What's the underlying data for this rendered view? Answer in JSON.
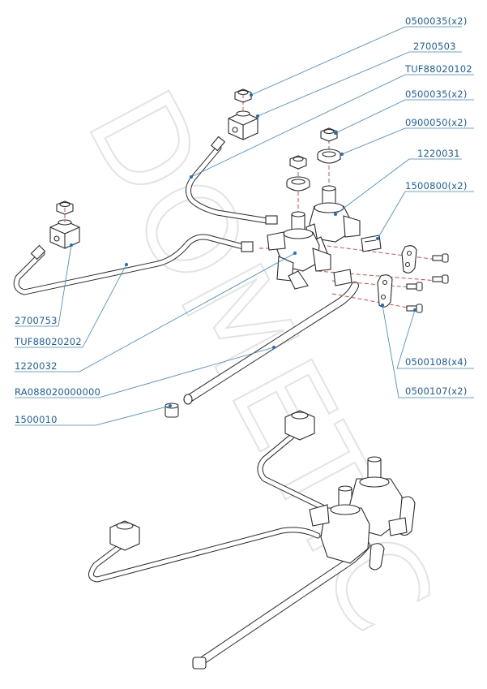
{
  "watermark": "DOMETIC",
  "colors": {
    "label": "#1d5fa8",
    "leader": "#3b86c9",
    "axis": "#d83a3a",
    "outline": "#2a2a2a",
    "watermark": "#e6e6e6"
  },
  "parts_right": [
    {
      "code": "0500035(x2)"
    },
    {
      "code": "2700503"
    },
    {
      "code": "TUF88020102"
    },
    {
      "code": "0500035(x2)"
    },
    {
      "code": "0900050(x2)"
    },
    {
      "code": "1220031"
    },
    {
      "code": "1500800(x2)"
    },
    {
      "code": "0500108(x4)"
    },
    {
      "code": "0500107(x2)"
    }
  ],
  "parts_left": [
    {
      "code": "2700753"
    },
    {
      "code": "TUF88020202"
    },
    {
      "code": "1220032"
    },
    {
      "code": "RA088020000000"
    },
    {
      "code": "1500010"
    }
  ]
}
